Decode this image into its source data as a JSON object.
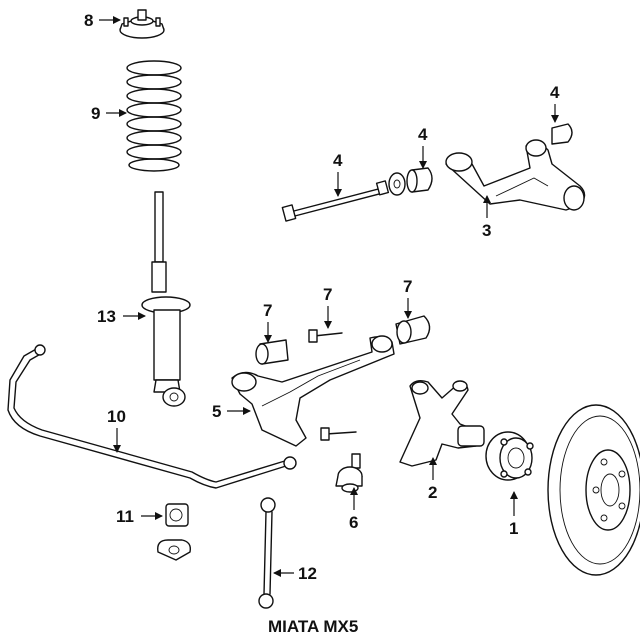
{
  "title": "MIATA MX5",
  "callouts": [
    {
      "id": "c8",
      "label": "8"
    },
    {
      "id": "c9",
      "label": "9"
    },
    {
      "id": "c13",
      "label": "13"
    },
    {
      "id": "c4a",
      "label": "4"
    },
    {
      "id": "c4b",
      "label": "4"
    },
    {
      "id": "c4c",
      "label": "4"
    },
    {
      "id": "c3",
      "label": "3"
    },
    {
      "id": "c7a",
      "label": "7"
    },
    {
      "id": "c7b",
      "label": "7"
    },
    {
      "id": "c7c",
      "label": "7"
    },
    {
      "id": "c5",
      "label": "5"
    },
    {
      "id": "c10",
      "label": "10"
    },
    {
      "id": "c11",
      "label": "11"
    },
    {
      "id": "c12",
      "label": "12"
    },
    {
      "id": "c6",
      "label": "6"
    },
    {
      "id": "c2",
      "label": "2"
    },
    {
      "id": "c1",
      "label": "1"
    }
  ]
}
